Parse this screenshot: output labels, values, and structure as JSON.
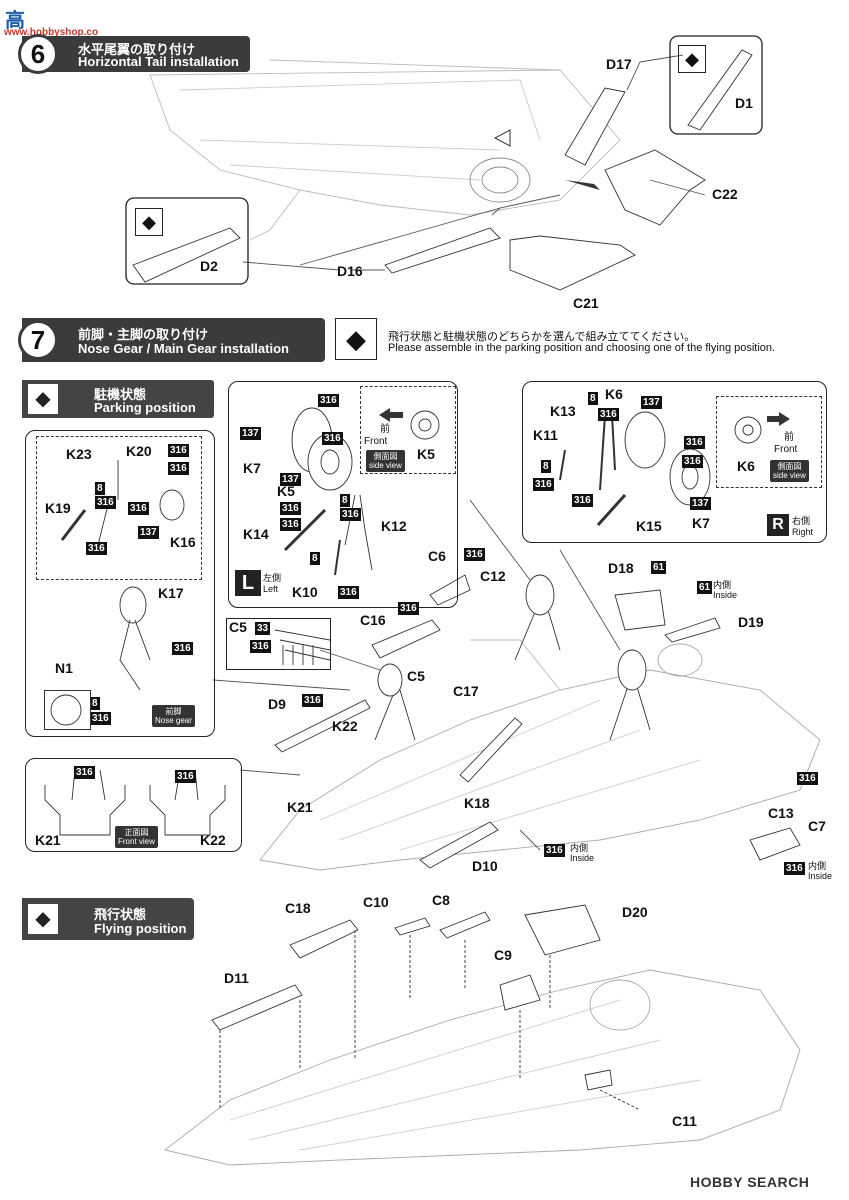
{
  "watermark": {
    "top_left": "高",
    "site": "www.hobbyshop.co"
  },
  "step6": {
    "number": "6",
    "title_jp": "水平尾翼の取り付け",
    "title_en": "Horizontal Tail installation"
  },
  "step6_labels": {
    "d17": "D17",
    "d1": "D1",
    "c22": "C22",
    "d2": "D2",
    "d16": "D16",
    "c21": "C21"
  },
  "step7": {
    "number": "7",
    "title_jp": "前脚・主脚の取り付け",
    "title_en": "Nose Gear / Main Gear installation",
    "note_jp": "飛行状態と駐機状態のどちらかを選んで組み立ててください。",
    "note_en": "Please assemble in the parking position and choosing one of the flying position."
  },
  "parking": {
    "title_jp": "駐機状態",
    "title_en": "Parking position"
  },
  "flying": {
    "title_jp": "飛行状態",
    "title_en": "Flying position"
  },
  "nose_gear": {
    "k23": "K23",
    "k20": "K20",
    "k19": "K19",
    "k16": "K16",
    "k17": "K17",
    "n1": "N1",
    "tag_jp": "前脚",
    "tag_en": "Nose gear"
  },
  "left_gear": {
    "k7": "K7",
    "k5": "K5",
    "k14": "K14",
    "k12": "K12",
    "k10": "K10",
    "side_jp": "L",
    "side_label_jp": "左側",
    "side_label_en": "Left",
    "front_jp": "前",
    "front_en": "Front",
    "view_jp": "側面図",
    "view_en": "side view",
    "k5b": "K5"
  },
  "right_gear": {
    "k6": "K6",
    "k13": "K13",
    "k11": "K11",
    "k15": "K15",
    "k7": "K7",
    "side_jp": "R",
    "side_label_jp": "右側",
    "side_label_en": "Right",
    "front_jp": "前",
    "front_en": "Front",
    "view_jp": "側面図",
    "view_en": "side view",
    "k6b": "K6"
  },
  "front_view": {
    "k21": "K21",
    "k22": "K22",
    "tag_jp": "正面図",
    "tag_en": "Front view"
  },
  "main_parts": {
    "c6": "C6",
    "c12": "C12",
    "c16": "C16",
    "c5": "C5",
    "c5b": "C5",
    "d9": "D9",
    "k22": "K22",
    "k21": "K21",
    "c17": "C17",
    "k18": "K18",
    "d10": "D10",
    "d18": "D18",
    "d19": "D19",
    "c13": "C13",
    "c7": "C7",
    "inside_jp": "内側",
    "inside_en": "Inside"
  },
  "flying_parts": {
    "c18": "C18",
    "c10": "C10",
    "c8": "C8",
    "d20": "D20",
    "c9": "C9",
    "d11": "D11",
    "c11": "C11"
  },
  "paints": {
    "p316": "316",
    "p137": "137",
    "p8": "8",
    "p33": "33",
    "p61": "61"
  },
  "footer": {
    "brand": "HOBBY SEARCH"
  }
}
